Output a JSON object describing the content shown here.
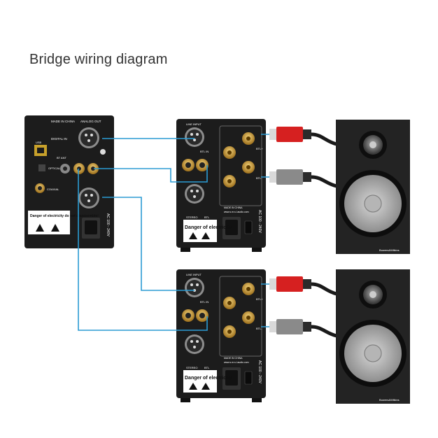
{
  "title": "Bridge wiring diagram",
  "dac": {
    "analog_out": "ANALOG OUT",
    "made_in": "MADE IN CHINA",
    "digital_in": "DIGITAL IN",
    "usb": "USB",
    "optical": "OPTICAL",
    "bt_ant": "BT ANT",
    "coaxial": "COAXIAL",
    "warning": "Danger of electricity do not disassemble!",
    "voltage": "AC 100 - 240V"
  },
  "amp": {
    "line_input": "LINE INPUT",
    "btl_in": "BTL IN",
    "btl_plus": "BTL+",
    "btl_minus": "BTL-",
    "made_in": "MADE IN CHINA",
    "url": "www.s.m.s.l.audio.com",
    "stereo": "STEREO",
    "btl": "BTL",
    "warning": "Danger of electricity",
    "voltage": "AC 100 - 240V"
  },
  "speaker_brand": "Bowers&Wilkins",
  "colors": {
    "cable": "#2b9bd3",
    "device": "#1c1c1c",
    "red_plug": "#d62020",
    "grey_plug": "#8a8a8a"
  }
}
